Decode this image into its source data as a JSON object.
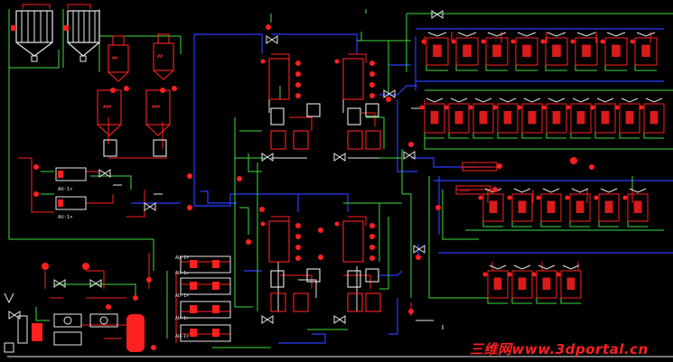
{
  "diagram": {
    "colors": {
      "background": "#000000",
      "line_red": "#ff2020",
      "line_green": "#3ddc3d",
      "line_blue": "#2a3cff",
      "line_white": "#e8e8e8",
      "label_red": "#ff3030"
    },
    "tag_labels": {
      "au1": "AU-1×",
      "au2": "AU-1×",
      "cp1": "AU-1×",
      "cp2": "AU-1×",
      "cp3": "AU-1×",
      "cp4": "AU-1×",
      "cp5": "AU-1×",
      "arr1": "→→→",
      "arr2": "→→→"
    },
    "icons": [
      "bag-filter-icon",
      "silo-icon",
      "cyclone-icon",
      "valve-icon",
      "pump-icon",
      "reactor-icon",
      "tank-icon"
    ]
  },
  "watermark": "三维网www.3dportal.cn"
}
